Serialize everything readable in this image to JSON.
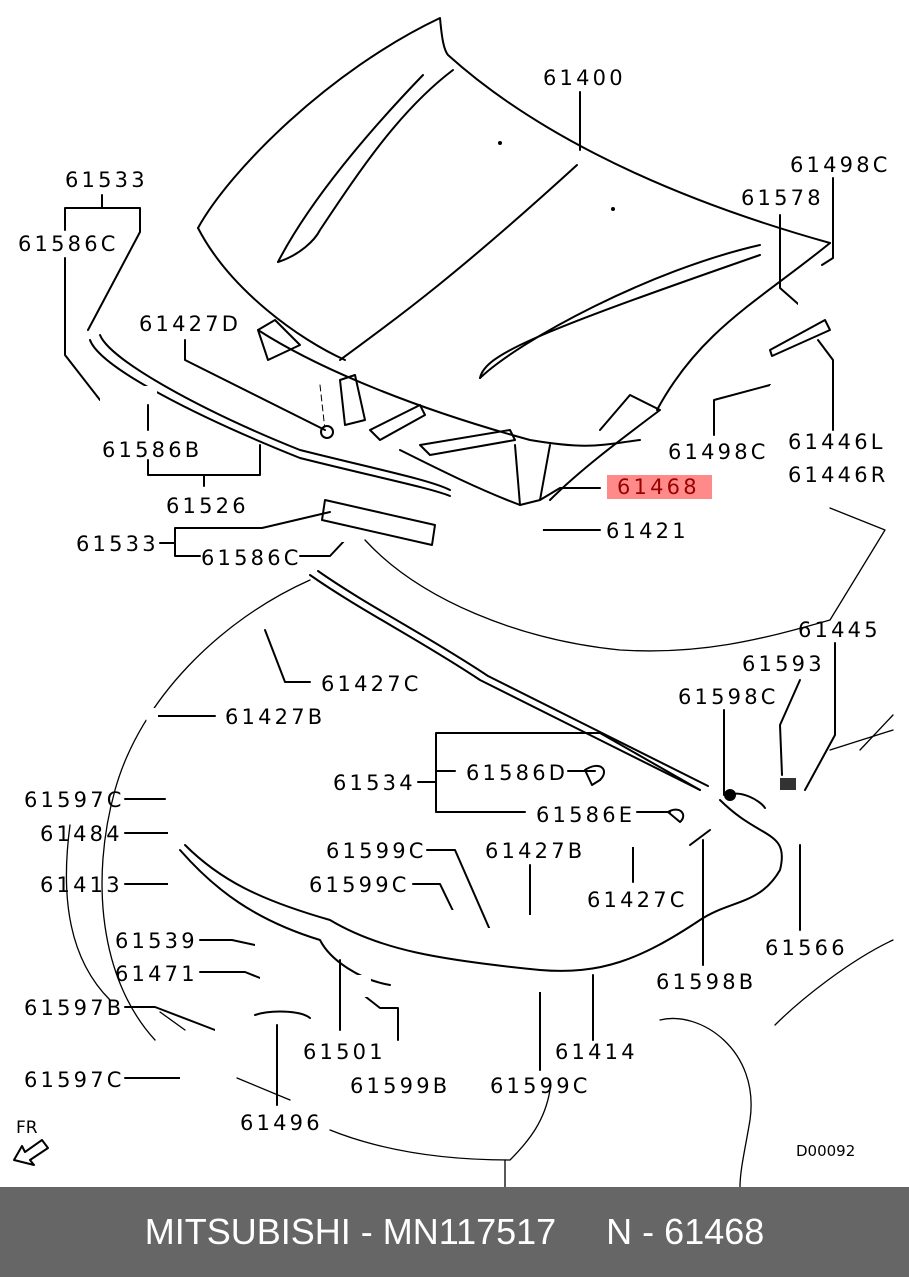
{
  "diagram": {
    "title": "Hood assembly parts diagram",
    "code": "D00092",
    "direction_label": "FR",
    "highlight_color": "#ff8a8a",
    "highlight_text_color": "#9a0000",
    "labels": [
      {
        "id": "p61400",
        "text": "61400"
      },
      {
        "id": "p61533a",
        "text": "61533"
      },
      {
        "id": "p61586Ca",
        "text": "61586C"
      },
      {
        "id": "p61427D",
        "text": "61427D"
      },
      {
        "id": "p61586B",
        "text": "61586B"
      },
      {
        "id": "p61526",
        "text": "61526"
      },
      {
        "id": "p61533b",
        "text": "61533"
      },
      {
        "id": "p61586Cb",
        "text": "61586C"
      },
      {
        "id": "p61498Ca",
        "text": "61498C"
      },
      {
        "id": "p61578",
        "text": "61578"
      },
      {
        "id": "p61498Cb",
        "text": "61498C"
      },
      {
        "id": "p61446L",
        "text": "61446L"
      },
      {
        "id": "p61446R",
        "text": "61446R"
      },
      {
        "id": "p61468",
        "text": "61468",
        "highlighted": true
      },
      {
        "id": "p61421",
        "text": "61421"
      },
      {
        "id": "p61445",
        "text": "61445"
      },
      {
        "id": "p61593",
        "text": "61593"
      },
      {
        "id": "p61598C",
        "text": "61598C"
      },
      {
        "id": "p61427Ca",
        "text": "61427C"
      },
      {
        "id": "p61427Ba",
        "text": "61427B"
      },
      {
        "id": "p61534",
        "text": "61534"
      },
      {
        "id": "p61586D",
        "text": "61586D"
      },
      {
        "id": "p61586E",
        "text": "61586E"
      },
      {
        "id": "p61597Ca",
        "text": "61597C"
      },
      {
        "id": "p61484",
        "text": "61484"
      },
      {
        "id": "p61413",
        "text": "61413"
      },
      {
        "id": "p61599Ca",
        "text": "61599C"
      },
      {
        "id": "p61599Cb",
        "text": "61599C"
      },
      {
        "id": "p61427Bb",
        "text": "61427B"
      },
      {
        "id": "p61427Cb",
        "text": "61427C"
      },
      {
        "id": "p61566",
        "text": "61566"
      },
      {
        "id": "p61539",
        "text": "61539"
      },
      {
        "id": "p61471",
        "text": "61471"
      },
      {
        "id": "p61598B",
        "text": "61598B"
      },
      {
        "id": "p61597B",
        "text": "61597B"
      },
      {
        "id": "p61501",
        "text": "61501"
      },
      {
        "id": "p61599B",
        "text": "61599B"
      },
      {
        "id": "p61414",
        "text": "61414"
      },
      {
        "id": "p61599Cc",
        "text": "61599C"
      },
      {
        "id": "p61597Cb",
        "text": "61597C"
      },
      {
        "id": "p61496",
        "text": "61496"
      }
    ]
  },
  "footer": {
    "brand": "MITSUBISHI",
    "part_number": "MN117517",
    "ref_number": "N - 61468",
    "text": "MITSUBISHI - MN117517     N - 61468"
  }
}
